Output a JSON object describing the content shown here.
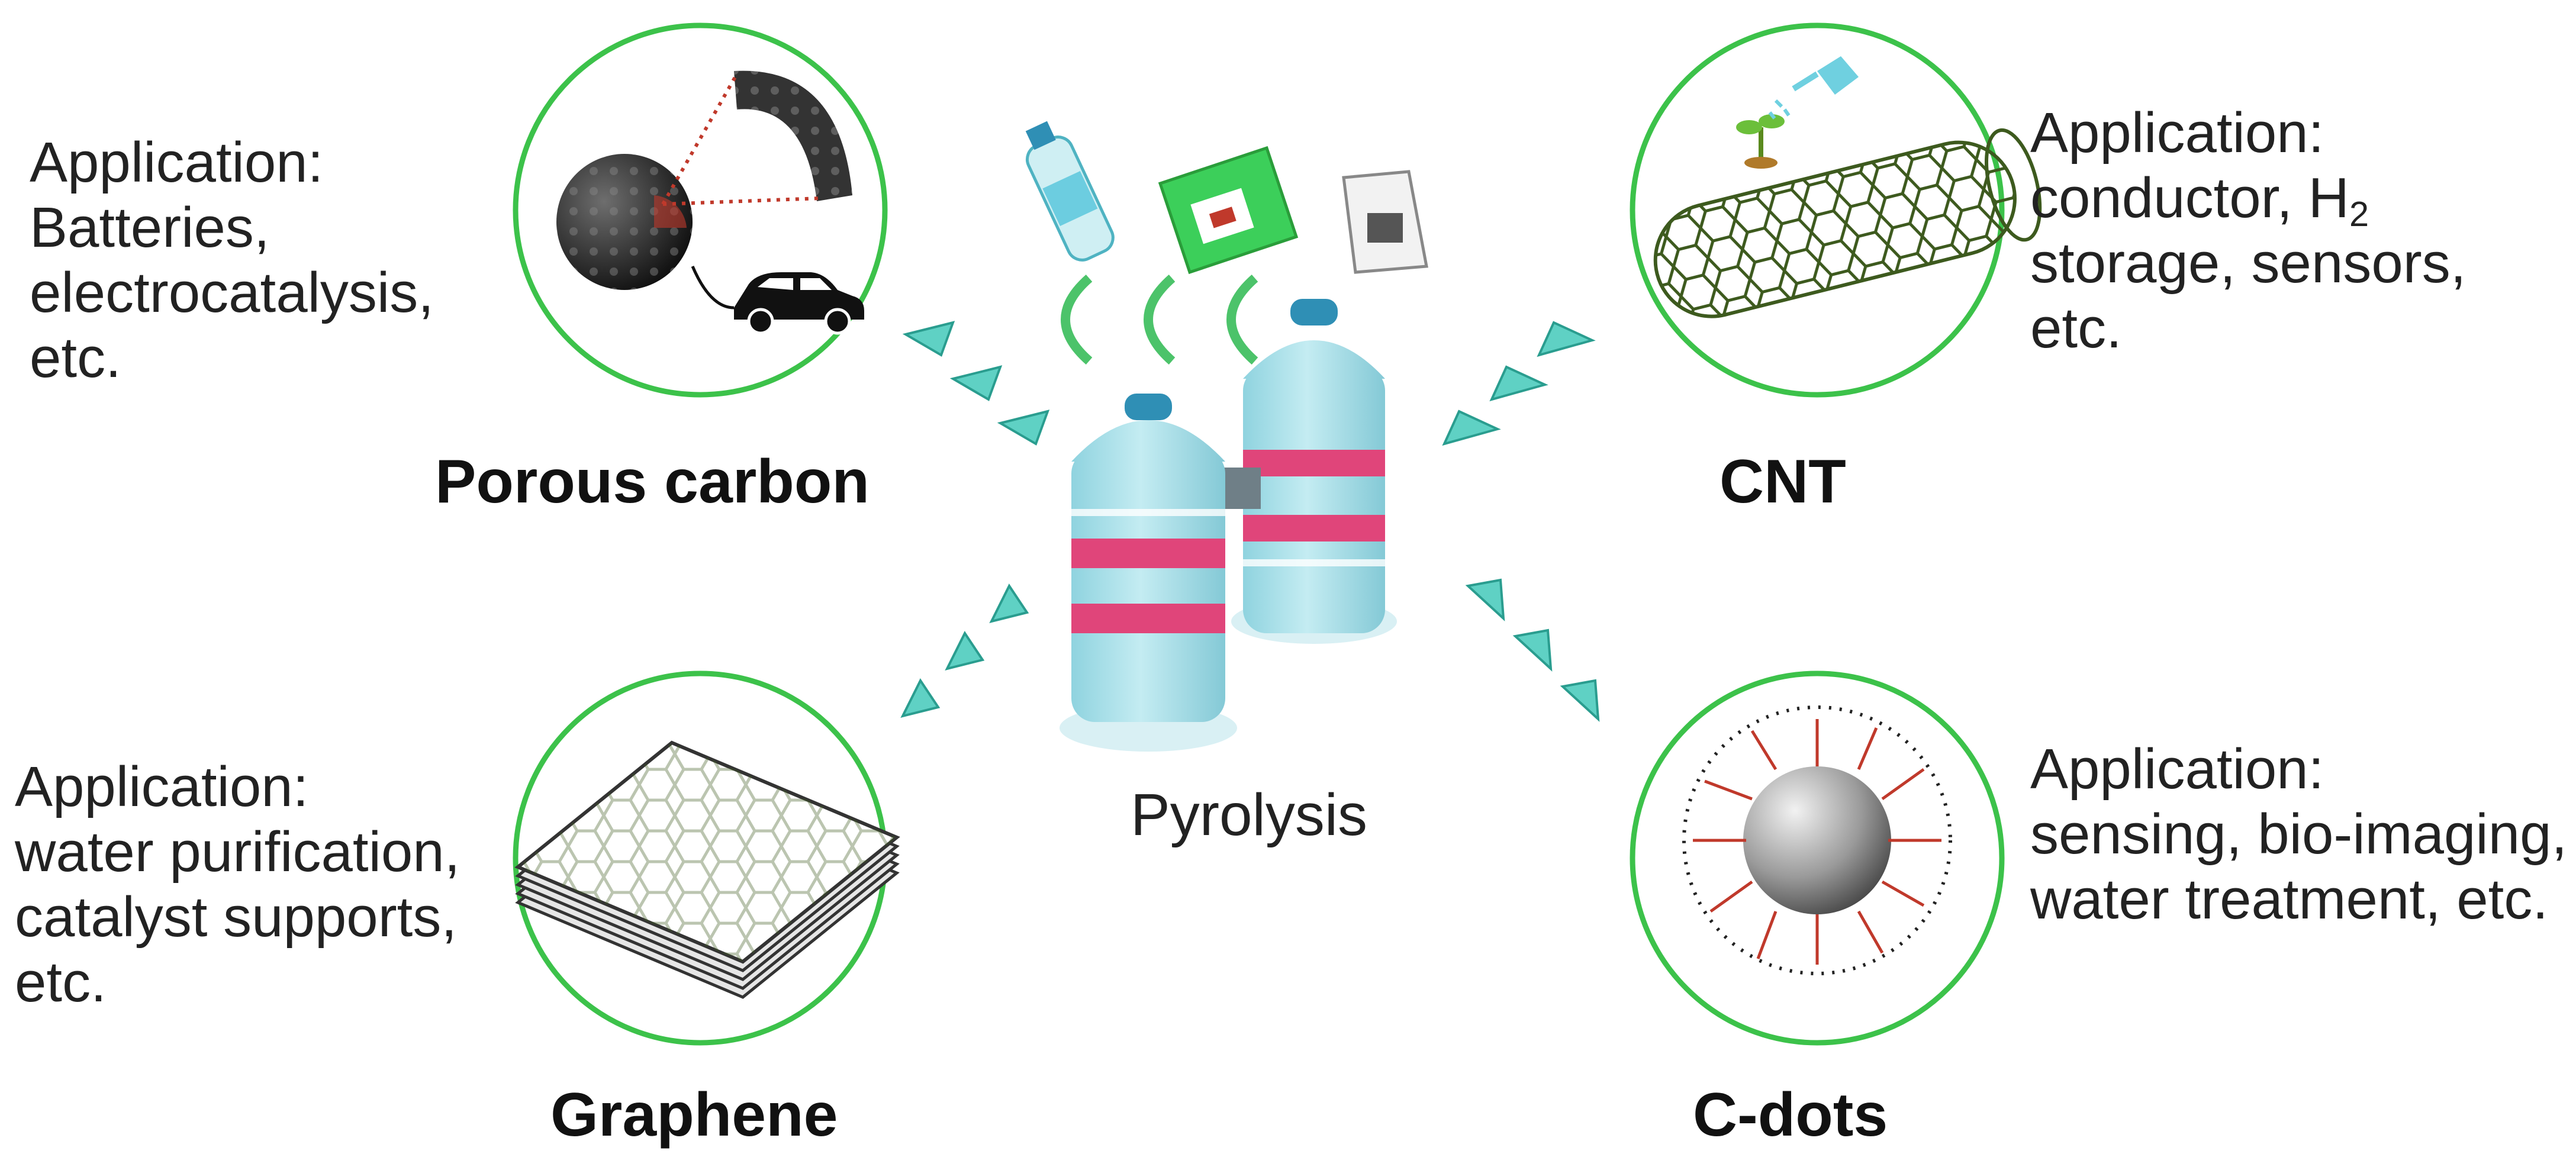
{
  "center": {
    "label": "Pyrolysis"
  },
  "products": {
    "porous_carbon": {
      "title": "Porous carbon",
      "application_heading": "Application:",
      "application_lines": [
        "Batteries,",
        "electrocatalysis,",
        "etc."
      ]
    },
    "cnt": {
      "title": "CNT",
      "application_heading": "Application:",
      "application_line1_prefix": "conductor, H",
      "application_line1_sub": "2",
      "application_lines_rest": [
        "storage, sensors,",
        "etc."
      ]
    },
    "graphene": {
      "title": "Graphene",
      "application_heading": "Application:",
      "application_lines": [
        "water purification,",
        "catalyst supports,",
        "etc."
      ]
    },
    "c_dots": {
      "title": "C-dots",
      "application_heading": "Application:",
      "application_lines": [
        "sensing, bio-imaging,",
        "water treatment, etc."
      ]
    }
  },
  "colors": {
    "circle_border": "#3cc24a",
    "arrow_fill": "#5fd1c4",
    "tank_body": "#a9dfe8",
    "tank_band": "#e0457a",
    "tank_cap": "#2f8fb5",
    "cnt_green": "#3d5a1e"
  }
}
